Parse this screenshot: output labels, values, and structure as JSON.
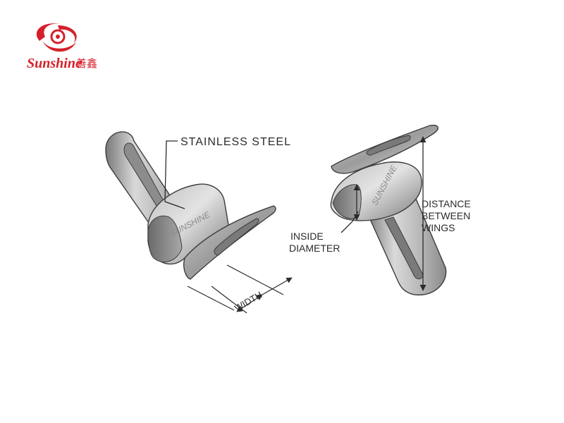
{
  "logo": {
    "brand_text": "Sunshine",
    "brand_cn": "善鑫",
    "color": "#d4202a"
  },
  "labels": {
    "stainless_steel": "STAINLESS STEEL",
    "width": "WIDTH",
    "inside_line1": "INSIDE",
    "inside_line2": "DIAMETER",
    "distance_line1": "DISTANCE",
    "distance_line2": "BETWEEN",
    "distance_line3": "WINGS"
  },
  "stamps": {
    "left_clip": "SUNSHINE",
    "right_clip": "SUNSHINE"
  },
  "colors": {
    "metal_light": "#d6d6d6",
    "metal_mid": "#a9a9a9",
    "metal_dark": "#6f6f6f",
    "outline": "#3c3c3c",
    "label": "#2b2b2b"
  }
}
